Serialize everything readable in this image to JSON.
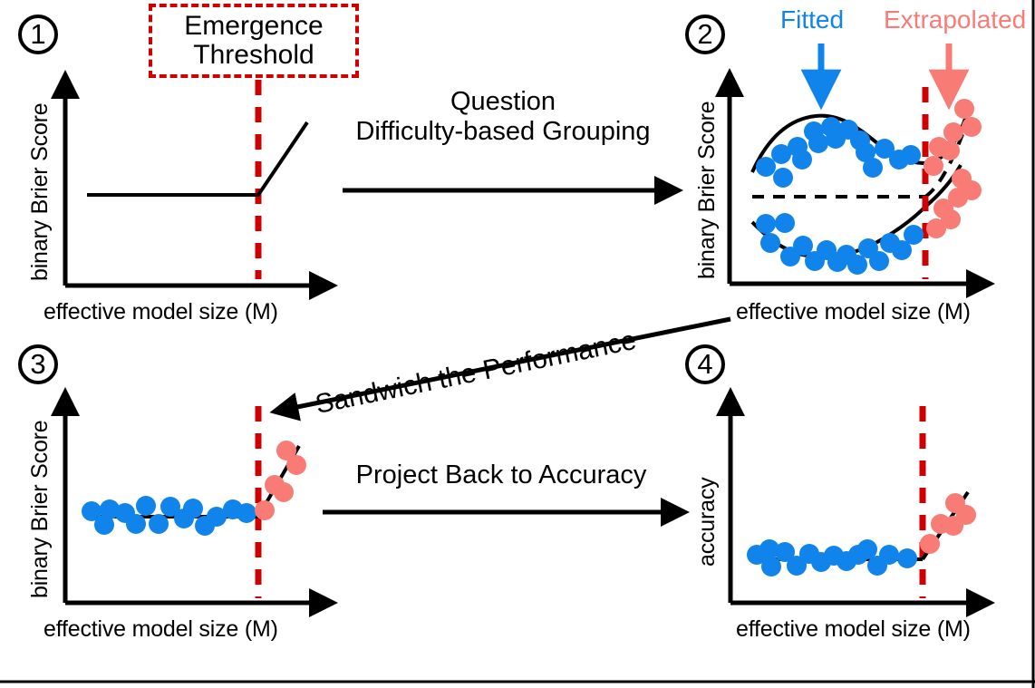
{
  "figure": {
    "title_present": false,
    "background": "#ffffff",
    "colors": {
      "fitted_blue": "#1184ec",
      "extrapolated_red": "#f97b76",
      "threshold_red": "#d00000",
      "curve_black": "#000000"
    }
  },
  "panels": [
    {
      "id": "panel-1",
      "number": "1",
      "ylabel": "binary Brier Score",
      "xlabel": "effective model size (M)",
      "threshold_label_line1": "Emergence",
      "threshold_label_line2": "Threshold"
    },
    {
      "id": "panel-2",
      "number": "2",
      "ylabel": "binary Brier Score",
      "xlabel": "effective model size (M)",
      "legend_fitted": "Fitted",
      "legend_extrapolated": "Extrapolated"
    },
    {
      "id": "panel-3",
      "number": "3",
      "ylabel": "binary Brier Score",
      "xlabel": "effective model size (M)"
    },
    {
      "id": "panel-4",
      "number": "4",
      "ylabel": "accuracy",
      "xlabel": "effective model size (M)"
    }
  ],
  "arrows": {
    "a1_to_2_line1": "Question",
    "a1_to_2_line2": "Difficulty-based Grouping",
    "a2_to_3": "Sandwich the Performance",
    "a3_to_4": "Project Back to Accuracy"
  },
  "chart_data": [
    {
      "id": "panel-1",
      "type": "line",
      "title": "Emergence Threshold",
      "xlabel": "effective model size (M)",
      "ylabel": "binary Brier Score",
      "xlim": [
        0,
        1
      ],
      "ylim": [
        0,
        1
      ],
      "grid": false,
      "legend": null,
      "annotations": [
        "Emergence Threshold"
      ],
      "threshold_x": 0.68,
      "series": [
        {
          "name": "flat-then-rise",
          "x": [
            0.12,
            0.68,
            0.86
          ],
          "y": [
            0.42,
            0.42,
            0.78
          ]
        }
      ]
    },
    {
      "id": "panel-2",
      "type": "scatter",
      "xlabel": "effective model size (M)",
      "ylabel": "binary Brier Score",
      "xlim": [
        0,
        1
      ],
      "ylim": [
        0,
        1
      ],
      "grid": false,
      "legend": [
        "Fitted",
        "Extrapolated"
      ],
      "legend_position": "top",
      "threshold_x": 0.74,
      "series": [
        {
          "name": "easy-group-fitted",
          "color": "#1184ec",
          "x": [
            0.1,
            0.15,
            0.15,
            0.21,
            0.26,
            0.26,
            0.31,
            0.36,
            0.38,
            0.43,
            0.49,
            0.53,
            0.56,
            0.6,
            0.64,
            0.68,
            0.71
          ],
          "y": [
            0.7,
            0.75,
            0.66,
            0.77,
            0.73,
            0.8,
            0.82,
            0.78,
            0.8,
            0.82,
            0.78,
            0.73,
            0.76,
            0.69,
            0.74,
            0.71,
            0.73
          ]
        },
        {
          "name": "easy-group-extrapolated",
          "color": "#f97b76",
          "x": [
            0.76,
            0.79,
            0.83,
            0.86,
            0.89,
            0.93,
            0.96
          ],
          "y": [
            0.72,
            0.78,
            0.8,
            0.84,
            0.88,
            0.92,
            0.86
          ]
        },
        {
          "name": "hard-group-fitted",
          "color": "#1184ec",
          "x": [
            0.14,
            0.16,
            0.2,
            0.24,
            0.28,
            0.32,
            0.36,
            0.4,
            0.44,
            0.48,
            0.53,
            0.57,
            0.62,
            0.66,
            0.7
          ],
          "y": [
            0.35,
            0.28,
            0.35,
            0.25,
            0.29,
            0.21,
            0.25,
            0.27,
            0.22,
            0.2,
            0.26,
            0.23,
            0.29,
            0.21,
            0.31
          ]
        },
        {
          "name": "hard-group-extrapolated",
          "color": "#f97b76",
          "x": [
            0.76,
            0.79,
            0.82,
            0.86,
            0.9,
            0.94
          ],
          "y": [
            0.26,
            0.34,
            0.3,
            0.38,
            0.46,
            0.42
          ]
        }
      ],
      "fitted_curves": [
        "upper-wave",
        "lower-u"
      ],
      "mean_dashed_line_y": 0.5
    },
    {
      "id": "panel-3",
      "type": "scatter",
      "xlabel": "effective model size (M)",
      "ylabel": "binary Brier Score",
      "xlim": [
        0,
        1
      ],
      "ylim": [
        0,
        1
      ],
      "grid": false,
      "threshold_x": 0.72,
      "series": [
        {
          "name": "fitted",
          "color": "#1184ec",
          "x": [
            0.1,
            0.14,
            0.18,
            0.22,
            0.26,
            0.31,
            0.35,
            0.39,
            0.44,
            0.48,
            0.52,
            0.56,
            0.6,
            0.64,
            0.68
          ],
          "y": [
            0.47,
            0.42,
            0.48,
            0.45,
            0.42,
            0.51,
            0.44,
            0.48,
            0.42,
            0.47,
            0.49,
            0.41,
            0.45,
            0.46,
            0.48
          ]
        },
        {
          "name": "extrapolated",
          "color": "#f97b76",
          "x": [
            0.74,
            0.78,
            0.83,
            0.87
          ],
          "y": [
            0.49,
            0.58,
            0.55,
            0.66
          ]
        }
      ]
    },
    {
      "id": "panel-4",
      "type": "scatter",
      "xlabel": "effective model size (M)",
      "ylabel": "accuracy",
      "xlim": [
        0,
        1
      ],
      "ylim": [
        0,
        1
      ],
      "grid": false,
      "threshold_x": 0.71,
      "series": [
        {
          "name": "fitted",
          "color": "#1184ec",
          "x": [
            0.1,
            0.14,
            0.16,
            0.21,
            0.25,
            0.29,
            0.33,
            0.38,
            0.42,
            0.46,
            0.5,
            0.55,
            0.59,
            0.63,
            0.68
          ],
          "y": [
            0.33,
            0.36,
            0.29,
            0.35,
            0.28,
            0.34,
            0.31,
            0.33,
            0.3,
            0.32,
            0.35,
            0.28,
            0.33,
            0.31,
            0.32
          ]
        },
        {
          "name": "extrapolated",
          "color": "#f97b76",
          "x": [
            0.74,
            0.79,
            0.83,
            0.88,
            0.92
          ],
          "y": [
            0.38,
            0.49,
            0.48,
            0.6,
            0.55
          ]
        }
      ]
    }
  ]
}
